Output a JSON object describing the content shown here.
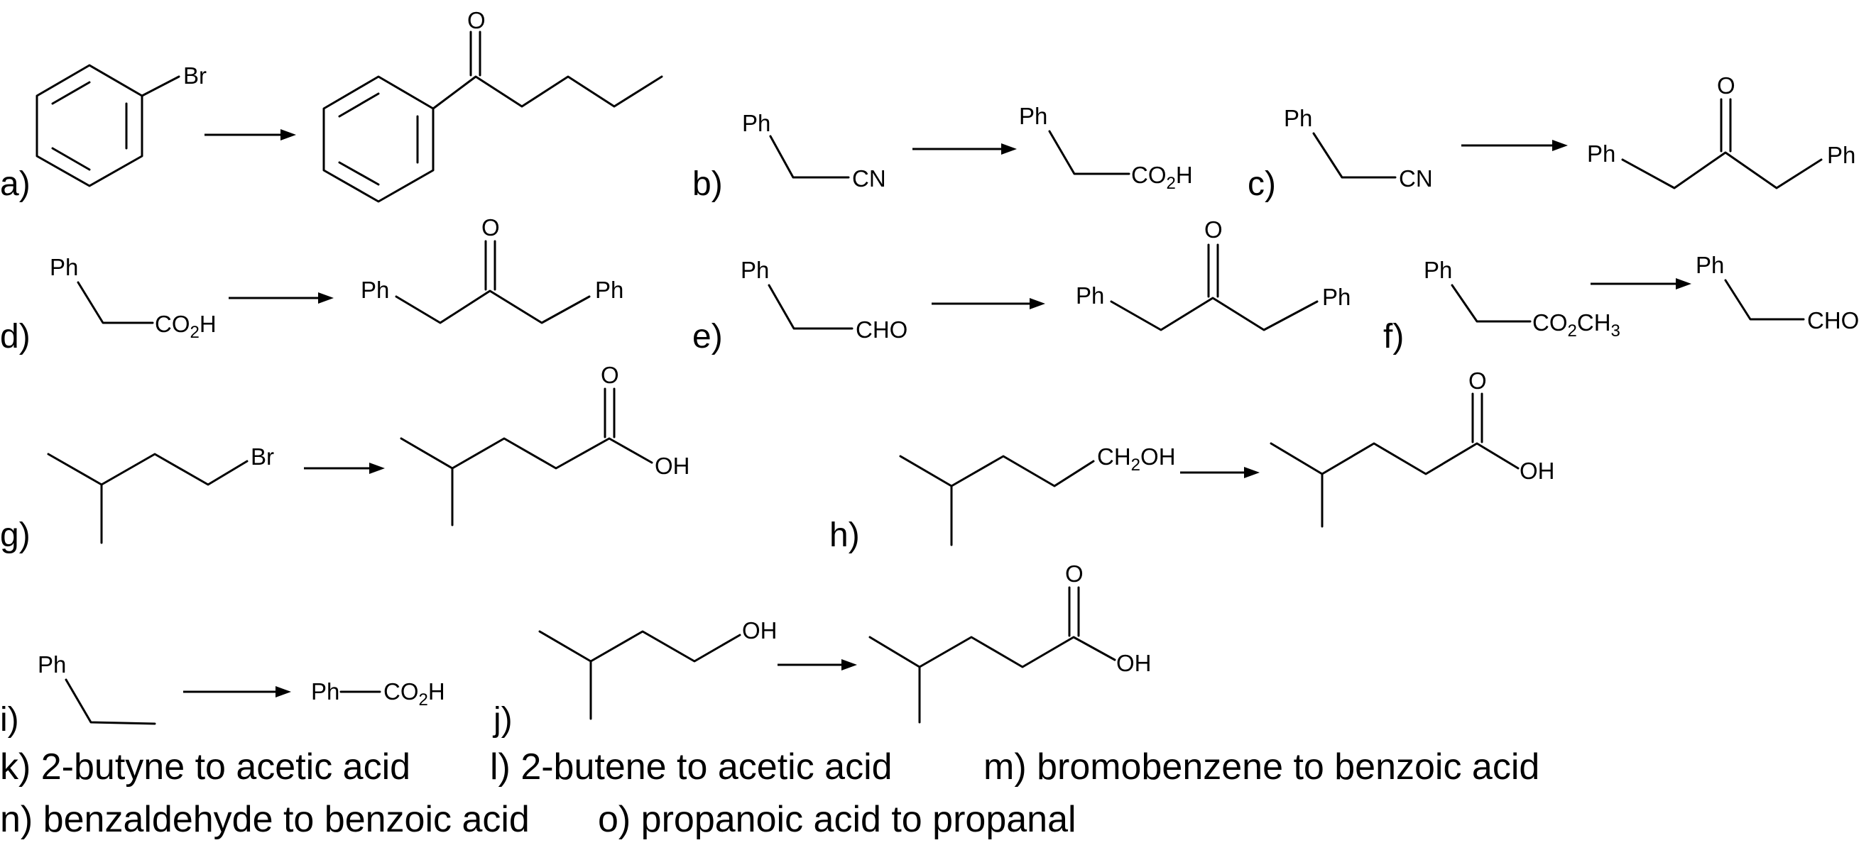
{
  "problems": [
    {
      "id": "a",
      "label": "a)"
    },
    {
      "id": "b",
      "label": "b)"
    },
    {
      "id": "c",
      "label": "c)"
    },
    {
      "id": "d",
      "label": "d)"
    },
    {
      "id": "e",
      "label": "e)"
    },
    {
      "id": "f",
      "label": "f)"
    },
    {
      "id": "g",
      "label": "g)"
    },
    {
      "id": "h",
      "label": "h)"
    },
    {
      "id": "i",
      "label": "i)"
    },
    {
      "id": "j",
      "label": "j)"
    }
  ],
  "atoms": {
    "Br": "Br",
    "O": "O",
    "Ph": "Ph",
    "CN": "CN",
    "CO": "CO",
    "H": "H",
    "CHO": "CHO",
    "CH": "CH",
    "OH": "OH",
    "two": "2",
    "three": "3"
  },
  "text_problems": [
    {
      "id": "k",
      "text": "k) 2-butyne to acetic acid"
    },
    {
      "id": "l",
      "text": "l) 2-butene to acetic acid"
    },
    {
      "id": "m",
      "text": "m) bromobenzene to benzoic acid"
    },
    {
      "id": "n",
      "text": "n)  benzaldehyde to benzoic acid"
    },
    {
      "id": "o",
      "text": "o)  propanoic acid to propanal"
    }
  ]
}
